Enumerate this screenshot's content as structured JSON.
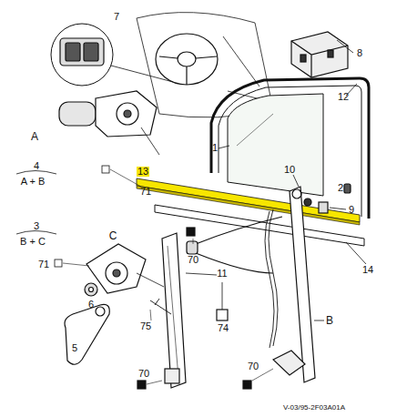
{
  "diagram": {
    "labels": [
      "7",
      "8",
      "12",
      "A",
      "4",
      "A + B",
      "71",
      "1",
      "13",
      "10",
      "2",
      "9",
      "3",
      "B + C",
      "C",
      "71",
      "70",
      "11",
      "74",
      "14",
      "6",
      "75",
      "B",
      "5",
      "70",
      "70",
      "V-03/95-2F03A01A"
    ]
  }
}
